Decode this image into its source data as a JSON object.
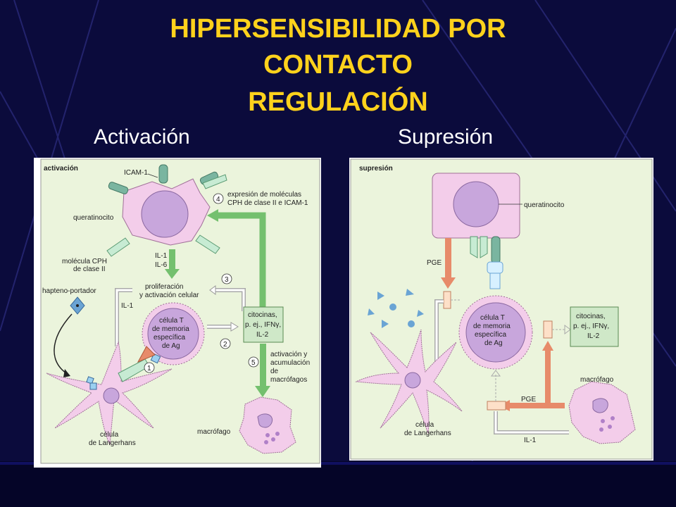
{
  "slide": {
    "title_line1": "HIPERSENSIBILIDAD POR",
    "title_line2": "CONTACTO",
    "title_line3": "REGULACIÓN",
    "subtitle_left": "Activación",
    "subtitle_right": "Supresión",
    "colors": {
      "background": "#0b0b3c",
      "title": "#ffd21c",
      "subtitle": "#ffffff"
    }
  },
  "activation": {
    "panel_label": "activación",
    "icam": "ICAM-1",
    "queratinocito": "queratinocito",
    "cph1": "molécula CPH",
    "cph2": "de clase II",
    "hapteno": "hapteno-portador",
    "il1_il6_a": "IL-1",
    "il1_il6_b": "IL-6",
    "prolif1": "proliferación",
    "prolif2": "y activación celular",
    "il1": "IL-1",
    "expr1": "expresión de moléculas",
    "expr2": "CPH de clase II e ICAM-1",
    "tcell1": "célula T",
    "tcell2": "de memoria",
    "tcell3": "específica",
    "tcell4": "de Ag",
    "cito1": "citocinas,",
    "cito2": "p. ej., IFNγ,",
    "cito3": "IL-2",
    "acum1": "activación y",
    "acum2": "acumulación",
    "acum3": "de",
    "acum4": "macrófagos",
    "langer1": "célula",
    "langer2": "de Langerhans",
    "macro": "macrófago",
    "n1": "1",
    "n2": "2",
    "n3": "3",
    "n4": "4",
    "n5": "5"
  },
  "suppression": {
    "panel_label": "supresión",
    "queratinocito": "queratinocito",
    "pge_top": "PGE",
    "tcell1": "célula T",
    "tcell2": "de memoria",
    "tcell3": "específica",
    "tcell4": "de Ag",
    "cito1": "citocinas,",
    "cito2": "p. ej., IFNγ,",
    "cito3": "IL-2",
    "macro": "macrófago",
    "pge_bottom": "PGE",
    "langer1": "célula",
    "langer2": "de Langerhans",
    "il1": "IL-1"
  }
}
